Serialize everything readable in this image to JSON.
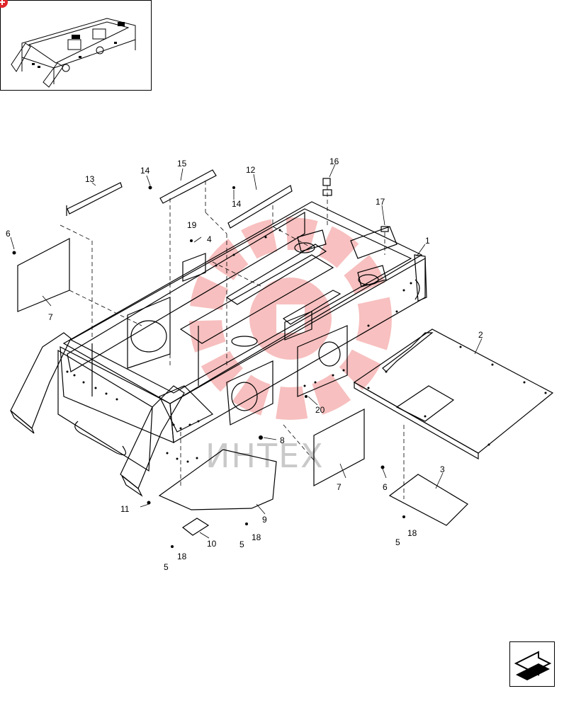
{
  "watermark": {
    "text": "ИНТЕХ",
    "color": "#f28c8c"
  },
  "callouts": [
    {
      "id": "c1",
      "text": "1"
    },
    {
      "id": "c2",
      "text": "2"
    },
    {
      "id": "c3",
      "text": "3"
    },
    {
      "id": "c4",
      "text": "4"
    },
    {
      "id": "c5a",
      "text": "5"
    },
    {
      "id": "c5b",
      "text": "5"
    },
    {
      "id": "c5c",
      "text": "5"
    },
    {
      "id": "c6a",
      "text": "6"
    },
    {
      "id": "c6b",
      "text": "6"
    },
    {
      "id": "c7a",
      "text": "7"
    },
    {
      "id": "c7b",
      "text": "7"
    },
    {
      "id": "c8",
      "text": "8"
    },
    {
      "id": "c9",
      "text": "9"
    },
    {
      "id": "c10",
      "text": "10"
    },
    {
      "id": "c11",
      "text": "11"
    },
    {
      "id": "c12",
      "text": "12"
    },
    {
      "id": "c13",
      "text": "13"
    },
    {
      "id": "c14a",
      "text": "14"
    },
    {
      "id": "c14b",
      "text": "14"
    },
    {
      "id": "c15",
      "text": "15"
    },
    {
      "id": "c16",
      "text": "16"
    },
    {
      "id": "c17",
      "text": "17"
    },
    {
      "id": "c18a",
      "text": "18"
    },
    {
      "id": "c18b",
      "text": "18"
    },
    {
      "id": "c18c",
      "text": "18"
    },
    {
      "id": "c19",
      "text": "19"
    },
    {
      "id": "c20",
      "text": "20"
    }
  ],
  "icons": {
    "thumbnail": "frame-overview-thumbnail",
    "nav": "next-page-arrow-icon",
    "badge_color": "#e0262b"
  }
}
